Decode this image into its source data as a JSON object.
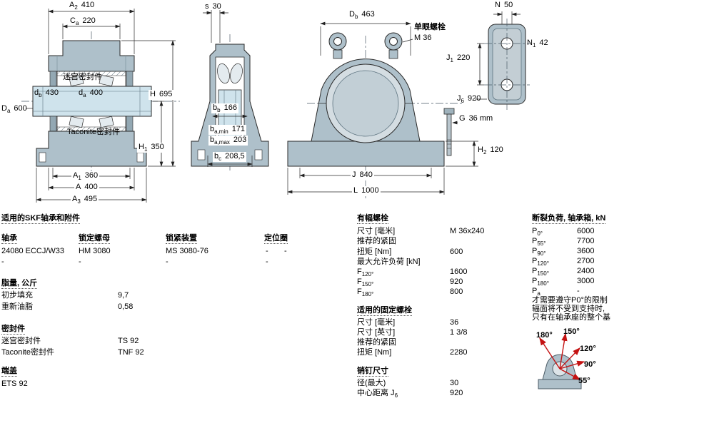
{
  "colors": {
    "housing_fill": "#aec0ca",
    "shaft_fill": "#cfe3ec",
    "arrow_red": "#c41212",
    "text": "#000000",
    "background": "#ffffff"
  },
  "dims": {
    "A2": {
      "base": "A",
      "sub": "2",
      "value": "410"
    },
    "Ca": {
      "base": "C",
      "sub": "a",
      "value": "220"
    },
    "db": {
      "base": "d",
      "sub": "b",
      "value": "430"
    },
    "da": {
      "base": "d",
      "sub": "a",
      "value": "400"
    },
    "Da": {
      "base": "D",
      "sub": "a",
      "value": "600"
    },
    "H": {
      "base": "H",
      "sub": "",
      "value": "695"
    },
    "H1": {
      "base": "H",
      "sub": "1",
      "value": "350"
    },
    "A1": {
      "base": "A",
      "sub": "1",
      "value": "360"
    },
    "A": {
      "base": "A",
      "sub": "",
      "value": "400"
    },
    "A3": {
      "base": "A",
      "sub": "3",
      "value": "495"
    },
    "s": {
      "base": "s",
      "sub": "",
      "value": "30"
    },
    "bb": {
      "base": "b",
      "sub": "b",
      "value": "166"
    },
    "bamin": {
      "base": "b",
      "sub": "a,min",
      "value": "171"
    },
    "bamax": {
      "base": "b",
      "sub": "a,max",
      "value": "203"
    },
    "bc": {
      "base": "b",
      "sub": "c",
      "value": "208,5"
    },
    "Db": {
      "base": "D",
      "sub": "b",
      "value": "463"
    },
    "G": {
      "base": "G",
      "sub": "",
      "value": "36 mm"
    },
    "H2": {
      "base": "H",
      "sub": "2",
      "value": "120"
    },
    "J": {
      "base": "J",
      "sub": "",
      "value": "840"
    },
    "L": {
      "base": "L",
      "sub": "",
      "value": "1000"
    },
    "N": {
      "base": "N",
      "sub": "",
      "value": "50"
    },
    "N1": {
      "base": "N",
      "sub": "1",
      "value": "42"
    },
    "J1": {
      "base": "J",
      "sub": "1",
      "value": "220"
    },
    "J6": {
      "base": "J",
      "sub": "6",
      "value": "920"
    },
    "labyrinth_seal_label": "迷宫密封件",
    "taconite_seal_label": "Taconite密封件",
    "eyebolt_label": "单眼螺栓",
    "eyebolt_size": "M 36"
  },
  "skf_table": {
    "title": "适用的SKF轴承和附件",
    "headers": [
      "轴承",
      "锁定螺母",
      "锁紧装置",
      "定位圈"
    ],
    "rows": [
      {
        "bearing": "24080 ECCJ/W33",
        "nut": "HM 3080",
        "device": "MS 3080-76",
        "ring1": "-",
        "ring2": "-"
      },
      {
        "bearing": "-",
        "nut": "-",
        "device": "-",
        "ring1": "-",
        "ring2": ""
      }
    ]
  },
  "grease": {
    "title": "脂量, 公斤",
    "rows": [
      {
        "label": "初步填充",
        "value": "9,7"
      },
      {
        "label": "重新油脂",
        "value": "0,58"
      }
    ]
  },
  "seals": {
    "title": "密封件",
    "rows": [
      {
        "label": "迷宫密封件",
        "value": "TS 92"
      },
      {
        "label": "Taconite密封件",
        "value": "TNF 92"
      }
    ]
  },
  "end_cover": {
    "title": "端盖",
    "value": "ETS 92"
  },
  "attach_bolts": {
    "title": "有幅螺栓",
    "rows": [
      {
        "label": "尺寸 [毫米]",
        "value": "M 36x240"
      },
      {
        "label": "推荐的紧固",
        "value": ""
      },
      {
        "label": "扭矩 [Nm]",
        "value": "600"
      },
      {
        "label": "最大允许负荷 [kN]",
        "value": ""
      }
    ],
    "f_rows": [
      {
        "base": "F",
        "sub": "120°",
        "value": "1600"
      },
      {
        "base": "F",
        "sub": "150°",
        "value": "920"
      },
      {
        "base": "F",
        "sub": "180°",
        "value": "800"
      }
    ]
  },
  "fixing_bolts": {
    "title": "适用的固定螺栓",
    "rows": [
      {
        "label": "尺寸 [毫米]",
        "value": "36"
      },
      {
        "label": "尺寸 [英寸]",
        "value": "1 3/8"
      },
      {
        "label": "推荐的紧固",
        "value": ""
      },
      {
        "label": "扭矩 [Nm]",
        "value": "2280"
      }
    ]
  },
  "pins": {
    "title": "销钉尺寸",
    "rows": [
      {
        "label": "径(最大)",
        "value": "30"
      }
    ],
    "center": {
      "label": "中心距离 J",
      "sub": "6",
      "value": "920"
    }
  },
  "breaking_load": {
    "title": "断裂负荷, 轴承箱, kN",
    "rows": [
      {
        "base": "P",
        "sub": "0°",
        "value": "6000"
      },
      {
        "base": "P",
        "sub": "55°",
        "value": "7700"
      },
      {
        "base": "P",
        "sub": "90°",
        "value": "3600"
      },
      {
        "base": "P",
        "sub": "120°",
        "value": "2700"
      },
      {
        "base": "P",
        "sub": "150°",
        "value": "2400"
      },
      {
        "base": "P",
        "sub": "180°",
        "value": "3000"
      },
      {
        "base": "P",
        "sub": "a",
        "value": "-"
      }
    ],
    "note_lines": [
      "才需要遵守P0°的限制",
      "辐面将不受到支持时,",
      "只有在轴承座的整个基"
    ],
    "angle_labels": [
      "180°",
      "150°",
      "120°",
      "90°",
      "55°"
    ]
  }
}
